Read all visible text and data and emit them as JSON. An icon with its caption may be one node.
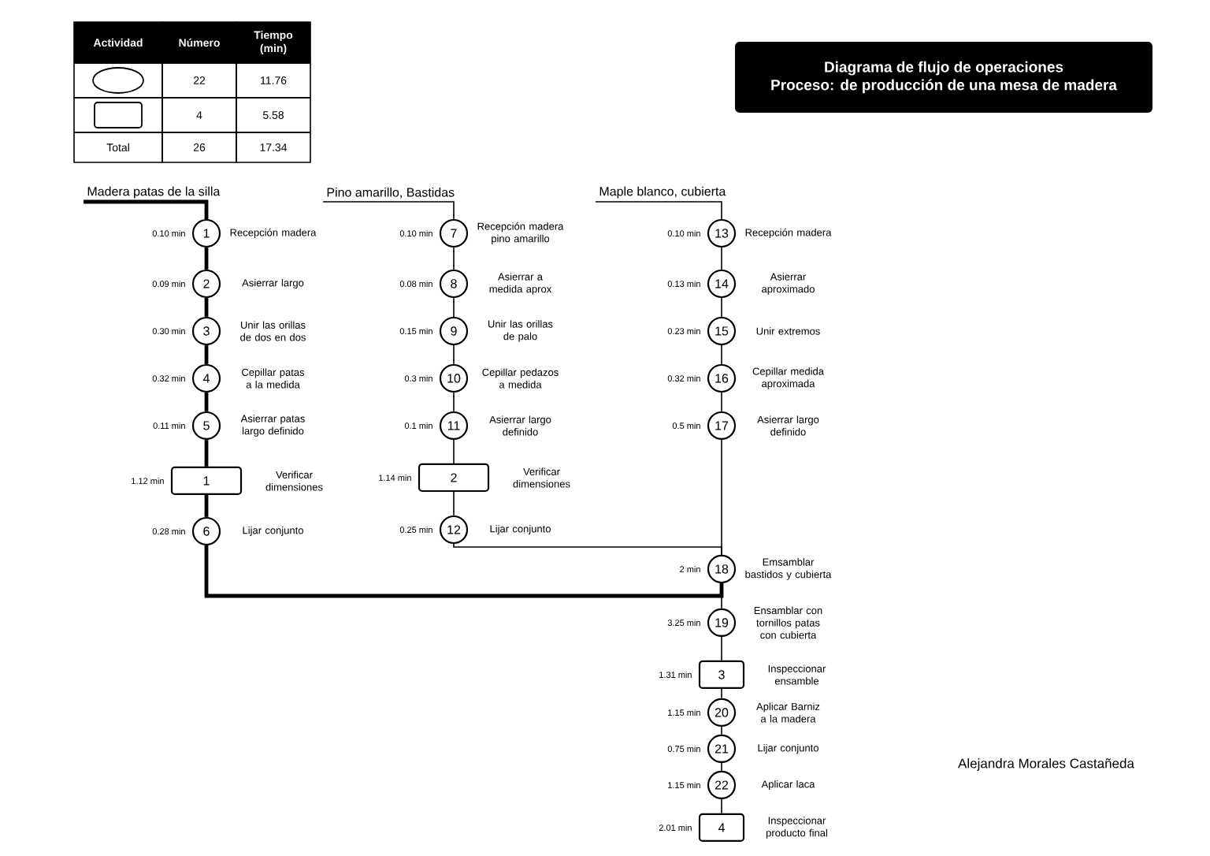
{
  "diagram": {
    "nodes": [
      {
        "text": [
          "Madera patas de la silla"
        ]
      },
      {
        "text": [
          "1"
        ],
        "beside": [
          "0.10 min",
          "Recepción madera"
        ]
      },
      {
        "text": [
          "2"
        ],
        "beside": [
          "0.09 min",
          "Asierrar largo"
        ]
      },
      {
        "text": [
          "3"
        ],
        "beside": [
          "0.30 min",
          "Unir las orillas de dos en dos"
        ]
      },
      {
        "text": [
          "4"
        ],
        "beside": [
          "0.32 min",
          "Cepillar patas a la medida"
        ]
      },
      {
        "text": [
          "5"
        ],
        "beside": [
          "0.11 min",
          "Asierrar patas largo definido"
        ]
      },
      {
        "text": [
          "1"
        ],
        "beside": [
          "1.12 min",
          "Verificar dimensiones"
        ]
      },
      {
        "text": [
          "6"
        ],
        "beside": [
          "0.28 min",
          "Lijar conjunto"
        ]
      },
      {
        "text": [
          "Pino amarillo, Bastidas"
        ]
      },
      {
        "text": [
          "7"
        ],
        "beside": [
          "0.10 min",
          "Recepción madera pino amarillo"
        ]
      },
      {
        "text": [
          "8"
        ],
        "beside": [
          "0.08 min",
          "Asierrar a medida aprox"
        ]
      },
      {
        "text": [
          "9"
        ],
        "beside": [
          "0.15 min",
          "Unir las orillas de palo"
        ]
      },
      {
        "text": [
          "10"
        ],
        "beside": [
          "0.3 min",
          "Cepillar pedazos a medida"
        ]
      },
      {
        "text": [
          "11"
        ],
        "beside": [
          "0.1 min",
          "Asierrar largo definido"
        ]
      },
      {
        "text": [
          "2"
        ],
        "beside": [
          "1.14 min",
          "Verificar dimensiones"
        ]
      },
      {
        "text": [
          "12"
        ],
        "beside": [
          "0.25 min",
          "Lijar conjunto"
        ]
      },
      {
        "text": [
          "Maple blanco, cubierta"
        ]
      },
      {
        "text": [
          "13"
        ],
        "beside": [
          "0.10 min",
          "Recepción madera"
        ]
      },
      {
        "text": [
          "14"
        ],
        "beside": [
          "0.13 min",
          "Asierrar aproximado"
        ]
      },
      {
        "text": [
          "15"
        ],
        "beside": [
          "0.23 min",
          "Unir extremos"
        ]
      },
      {
        "text": [
          "16"
        ],
        "beside": [
          "0.32 min",
          "Cepillar medida aproximada"
        ]
      },
      {
        "text": [
          "17"
        ],
        "beside": [
          "0.5 min",
          "Asierrar largo definido"
        ]
      },
      {
        "text": [
          "18"
        ],
        "beside": [
          "2 min",
          "Emsamblar bastidos y cubierta"
        ]
      },
      {
        "text": [
          "19"
        ],
        "beside": [
          "3.25 min",
          "Ensamblar con tornillos patas con cubierta"
        ]
      },
      {
        "text": [
          "3"
        ],
        "beside": [
          "1.31 min",
          "Inspeccionar ensamble"
        ]
      },
      {
        "text": [
          "20"
        ],
        "beside": [
          "1.15 min",
          "Aplicar Barniz a la madera"
        ]
      },
      {
        "text": [
          "21"
        ],
        "beside": [
          "0.75 min",
          "Lijar conjunto"
        ]
      },
      {
        "text": [
          "22"
        ],
        "beside": [
          "1.15 min",
          "Aplicar laca"
        ]
      },
      {
        "text": [
          "4"
        ],
        "beside": [
          "2.01 min",
          "Inspeccionar producto final"
        ]
      },
      {
        "text": [
          "Diagrama de flujo de operaciones",
          "Proceso: de producción de una mesa de madera"
        ]
      }
    ],
    "edges": [
      {
        "from": 0,
        "to": 1,
        "arrow": "none",
        "style": "thick"
      },
      {
        "from": 1,
        "to": 2,
        "arrow": "none",
        "style": "thick"
      },
      {
        "from": 2,
        "to": 3,
        "arrow": "none",
        "style": "thick"
      },
      {
        "from": 3,
        "to": 4,
        "arrow": "none",
        "style": "thick"
      },
      {
        "from": 4,
        "to": 5,
        "arrow": "none",
        "style": "thick"
      },
      {
        "from": 5,
        "to": 6,
        "arrow": "none",
        "style": "thick"
      },
      {
        "from": 6,
        "to": 7,
        "arrow": "none",
        "style": "thick"
      },
      {
        "from": 7,
        "to": 22,
        "arrow": "none",
        "style": "thick"
      },
      {
        "from": 8,
        "to": 9,
        "arrow": "none"
      },
      {
        "from": 9,
        "to": 10,
        "arrow": "none"
      },
      {
        "from": 10,
        "to": 11,
        "arrow": "none"
      },
      {
        "from": 11,
        "to": 12,
        "arrow": "none"
      },
      {
        "from": 12,
        "to": 13,
        "arrow": "none"
      },
      {
        "from": 13,
        "to": 14,
        "arrow": "none"
      },
      {
        "from": 14,
        "to": 15,
        "arrow": "none"
      },
      {
        "from": 15,
        "to": 22,
        "arrow": "none"
      },
      {
        "from": 16,
        "to": 17,
        "arrow": "none"
      },
      {
        "from": 17,
        "to": 18,
        "arrow": "none"
      },
      {
        "from": 18,
        "to": 19,
        "arrow": "none"
      },
      {
        "from": 19,
        "to": 20,
        "arrow": "none"
      },
      {
        "from": 20,
        "to": 21,
        "arrow": "none"
      },
      {
        "from": 21,
        "to": 22,
        "arrow": "none"
      },
      {
        "from": 22,
        "to": 23,
        "arrow": "none"
      },
      {
        "from": 23,
        "to": 24,
        "arrow": "none"
      },
      {
        "from": 24,
        "to": 25,
        "arrow": "none"
      },
      {
        "from": 25,
        "to": 26,
        "arrow": "none"
      },
      {
        "from": 26,
        "to": 27,
        "arrow": "none"
      },
      {
        "from": 27,
        "to": 28,
        "arrow": "none"
      }
    ],
    "labels": [
      "Actividad",
      "Número",
      "Tiempo (min)",
      "22",
      "11.76",
      "4",
      "5.58",
      "Total",
      "26",
      "17.34",
      "Alejandra Morales Castañeda"
    ]
  }
}
